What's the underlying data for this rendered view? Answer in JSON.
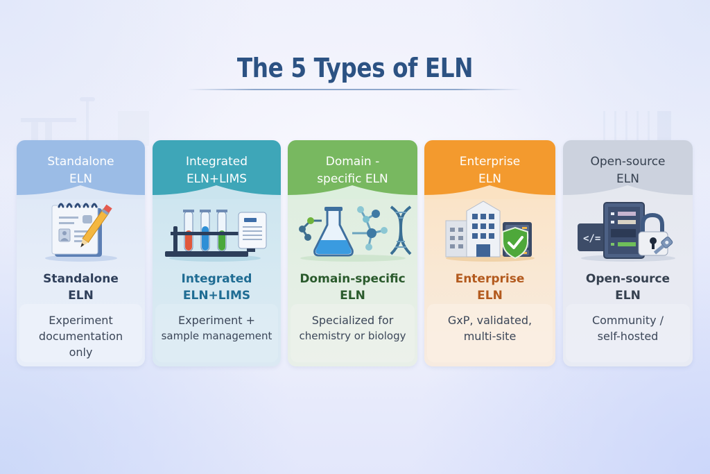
{
  "title": "The 5 Types of ELN",
  "colors": {
    "title": "#2c5283",
    "standalone": "#9bbce6",
    "integrated": "#3ea6b8",
    "domain_specific": "#78b860",
    "enterprise": "#f39a2e",
    "open_source": "#ccd2de"
  },
  "cards": [
    {
      "header": [
        "Standalone",
        "ELN"
      ],
      "icon": "notebook-pencil-icon",
      "name": [
        "Standalone",
        "ELN"
      ],
      "description": [
        "Experiment",
        "documentation",
        "only"
      ]
    },
    {
      "header": [
        "Integrated",
        "ELN+LIMS"
      ],
      "icon": "test-tubes-rack-icon",
      "name": [
        "Integrated",
        "ELN+LIMS"
      ],
      "description": [
        "Experiment +",
        "sample management"
      ]
    },
    {
      "header": [
        "Domain -",
        "specific ELN"
      ],
      "icon": "flask-molecule-dna-icon",
      "name": [
        "Domain-specific",
        "ELN"
      ],
      "description": [
        "Specialized for",
        "chemistry or biology"
      ]
    },
    {
      "header": [
        "Enterprise",
        "ELN"
      ],
      "icon": "building-server-shield-icon",
      "name": [
        "Enterprise",
        "ELN"
      ],
      "description": [
        "GxP, validated,",
        "multi-site"
      ]
    },
    {
      "header": [
        "Open-source",
        "ELN"
      ],
      "icon": "code-server-lock-icon",
      "name": [
        "Open-source",
        "ELN"
      ],
      "description": [
        "Community /",
        "self-hosted"
      ]
    }
  ]
}
